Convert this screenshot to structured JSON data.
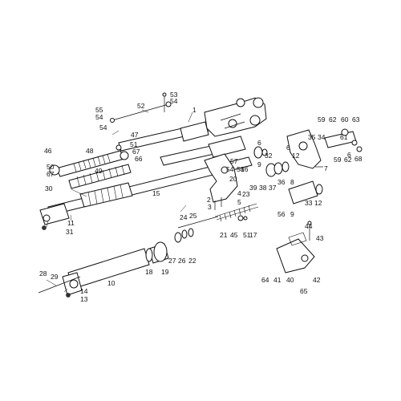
{
  "diagram": {
    "labels": [
      {
        "id": "1",
        "text": "1"
      },
      {
        "id": "2",
        "text": "2"
      },
      {
        "id": "3",
        "text": "3"
      },
      {
        "id": "4",
        "text": "4"
      },
      {
        "id": "5",
        "text": "5"
      },
      {
        "id": "6",
        "text": "6"
      },
      {
        "id": "6b",
        "text": "6"
      },
      {
        "id": "6c",
        "text": "6"
      },
      {
        "id": "7",
        "text": "7"
      },
      {
        "id": "8",
        "text": "8"
      },
      {
        "id": "9",
        "text": "9"
      },
      {
        "id": "9b",
        "text": "9"
      },
      {
        "id": "10",
        "text": "10"
      },
      {
        "id": "11",
        "text": "11"
      },
      {
        "id": "12",
        "text": "12"
      },
      {
        "id": "12b",
        "text": "12"
      },
      {
        "id": "13",
        "text": "13"
      },
      {
        "id": "14",
        "text": "14"
      },
      {
        "id": "15",
        "text": "15"
      },
      {
        "id": "16",
        "text": "16"
      },
      {
        "id": "17",
        "text": "17"
      },
      {
        "id": "18",
        "text": "18"
      },
      {
        "id": "19",
        "text": "19"
      },
      {
        "id": "20",
        "text": "20"
      },
      {
        "id": "21",
        "text": "21"
      },
      {
        "id": "22",
        "text": "22"
      },
      {
        "id": "23",
        "text": "23"
      },
      {
        "id": "24",
        "text": "24"
      },
      {
        "id": "25",
        "text": "25"
      },
      {
        "id": "26",
        "text": "26"
      },
      {
        "id": "27",
        "text": "27"
      },
      {
        "id": "28",
        "text": "28"
      },
      {
        "id": "29",
        "text": "29"
      },
      {
        "id": "30",
        "text": "30"
      },
      {
        "id": "31",
        "text": "31"
      },
      {
        "id": "32",
        "text": "32"
      },
      {
        "id": "33",
        "text": "33"
      },
      {
        "id": "34",
        "text": "34"
      },
      {
        "id": "35",
        "text": "35"
      },
      {
        "id": "36",
        "text": "36"
      },
      {
        "id": "37",
        "text": "37"
      },
      {
        "id": "38",
        "text": "38"
      },
      {
        "id": "39",
        "text": "39"
      },
      {
        "id": "40",
        "text": "40"
      },
      {
        "id": "41",
        "text": "41"
      },
      {
        "id": "42",
        "text": "42"
      },
      {
        "id": "43",
        "text": "43"
      },
      {
        "id": "44",
        "text": "44"
      },
      {
        "id": "45",
        "text": "45"
      },
      {
        "id": "46",
        "text": "46"
      },
      {
        "id": "47",
        "text": "47"
      },
      {
        "id": "48",
        "text": "48"
      },
      {
        "id": "49",
        "text": "49"
      },
      {
        "id": "50",
        "text": "50"
      },
      {
        "id": "51",
        "text": "51"
      },
      {
        "id": "51b",
        "text": "51"
      },
      {
        "id": "52",
        "text": "52"
      },
      {
        "id": "53",
        "text": "53"
      },
      {
        "id": "54",
        "text": "54"
      },
      {
        "id": "54b",
        "text": "54"
      },
      {
        "id": "54c",
        "text": "54"
      },
      {
        "id": "54d",
        "text": "54"
      },
      {
        "id": "55",
        "text": "55"
      },
      {
        "id": "56",
        "text": "56"
      },
      {
        "id": "57",
        "text": "57"
      },
      {
        "id": "58",
        "text": "58"
      },
      {
        "id": "59",
        "text": "59"
      },
      {
        "id": "59b",
        "text": "59"
      },
      {
        "id": "60",
        "text": "60"
      },
      {
        "id": "61",
        "text": "61"
      },
      {
        "id": "62",
        "text": "62"
      },
      {
        "id": "62b",
        "text": "62"
      },
      {
        "id": "63",
        "text": "63"
      },
      {
        "id": "64",
        "text": "64"
      },
      {
        "id": "65",
        "text": "65"
      },
      {
        "id": "66",
        "text": "66"
      },
      {
        "id": "67",
        "text": "67"
      },
      {
        "id": "67b",
        "text": "67"
      },
      {
        "id": "68",
        "text": "68"
      }
    ]
  }
}
